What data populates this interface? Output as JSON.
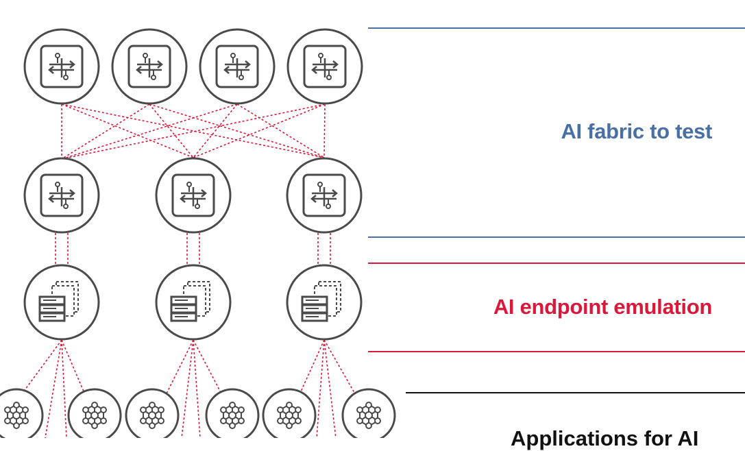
{
  "layers": {
    "fabric": {
      "label": "AI fabric to test",
      "color": "#4a6fa5"
    },
    "endpoint": {
      "label": "AI endpoint emulation",
      "color": "#d9183a"
    },
    "applications": {
      "label": "Applications for AI",
      "color": "#111111"
    }
  },
  "nodes": {
    "spine_count": 4,
    "leaf_count": 3,
    "server_count": 3,
    "gpu_count": 6
  },
  "icons": {
    "switch": "switch-arrows-icon",
    "server": "server-stack-icon",
    "gpu": "neural-network-icon"
  },
  "colors": {
    "node_stroke": "#4a4a4a",
    "link": "#d9183a"
  }
}
